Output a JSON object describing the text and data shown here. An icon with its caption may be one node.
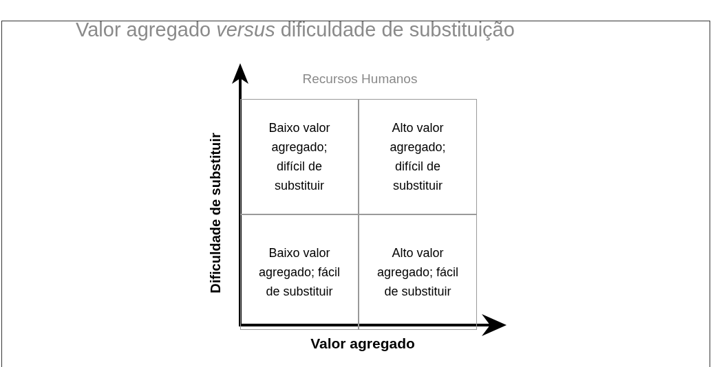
{
  "diagram": {
    "title": "Valor agregado *versus* dificuldade de substituição",
    "nodes": [
      {
        "text": [
          "Baixo valor agregado; difícil de substituir"
        ]
      },
      {
        "text": [
          "Alto valor agregado; difícil de substituir"
        ]
      },
      {
        "text": [
          "Baixo valor agregado; fácil de substituir"
        ]
      },
      {
        "text": [
          "Alto valor agregado; fácil de substituir"
        ]
      }
    ],
    "labels": [
      "Recursos Humanos",
      "Dificuldade de substituir",
      "Valor agregado"
    ]
  }
}
